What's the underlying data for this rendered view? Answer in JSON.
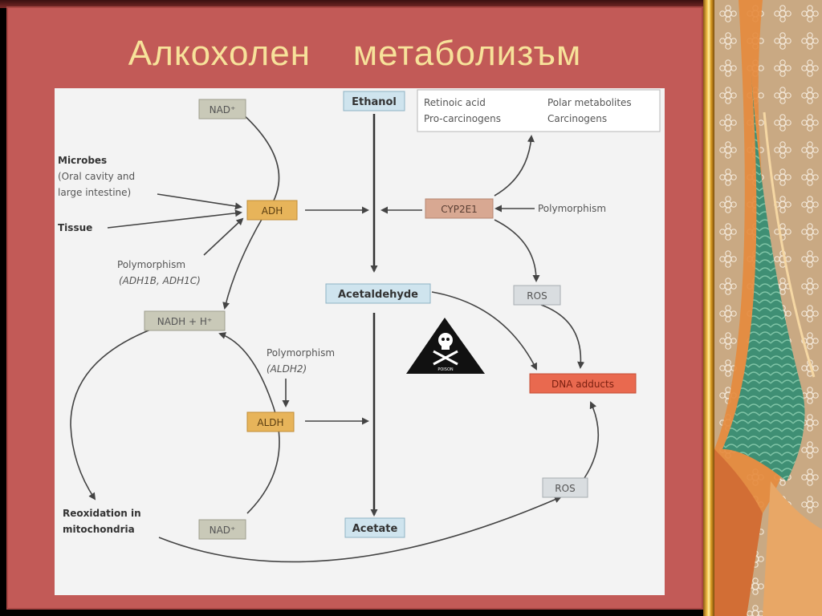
{
  "slide": {
    "title": "Алкохолен    метаболизъм"
  },
  "diagram": {
    "ethanol": "Ethanol",
    "acetaldehyde": "Acetaldehyde",
    "acetate": "Acetate",
    "nad_top": "NAD⁺",
    "nad_bottom": "NAD⁺",
    "nadh": "NADH + H⁺",
    "adh": "ADH",
    "aldh": "ALDH",
    "cyp2e1": "CYP2E1",
    "ros_upper": "ROS",
    "ros_lower": "ROS",
    "dna_adducts": "DNA adducts",
    "retinoic_acid": "Retinoic acid",
    "polar_metabolites": "Polar metabolites",
    "pro_carcinogens": "Pro-carcinogens",
    "carcinogens": "Carcinogens",
    "microbes": "Microbes",
    "microbes_detail_1": "(Oral cavity and",
    "microbes_detail_2": "large intestine)",
    "tissue": "Tissue",
    "polymorphism_adh": "Polymorphism",
    "adh_genes": "(ADH1B, ADH1C)",
    "polymorphism_aldh": "Polymorphism",
    "aldh_gene": "(ALDH2)",
    "polymorphism_cyp": "Polymorphism",
    "reoxidation_1": "Reoxidation in",
    "reoxidation_2": "mitochondria",
    "poison_label": "POISON"
  },
  "colors": {
    "panel": "#c25a57",
    "title": "#f7e29a",
    "metabolite_box": "#cfe4ee",
    "enzyme_box": "#e7b45a",
    "cofactor_box": "#c9c9b8",
    "cyp_box": "#d8a892",
    "ros_box": "#d9dde0",
    "dna_box": "#e9694f"
  },
  "icons": [
    "poison-skull-icon"
  ]
}
